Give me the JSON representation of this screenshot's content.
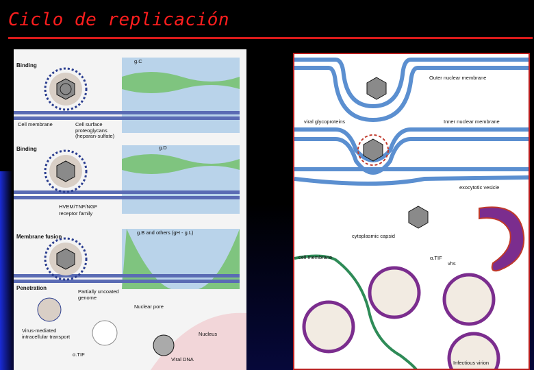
{
  "slide": {
    "title": "Ciclo de replicación",
    "colors": {
      "title": "#ff1e1e",
      "rule": "#d81a1a",
      "background": "#000000"
    }
  },
  "left_panel": {
    "stages": {
      "binding_1": "Binding",
      "binding_2": "Binding",
      "membrane_fusion": "Membrane fusion",
      "penetration": "Penetration"
    },
    "labels": {
      "gC": "g.C",
      "cell_membrane": "Cell membrane",
      "proteoglycans": "Cell surface proteoglycans (heparan-sulfate)",
      "gD": "g.D",
      "hvem": "HVEM/TNF/NGF",
      "receptor_family": "receptor family",
      "gB_others": "g.B and others (gH - g.L)",
      "partially_uncoated": "Partially uncoated genome",
      "nuclear_pore": "Nuclear pore",
      "nucleus": "Nucleus",
      "intracellular_transport": "Virus-mediated intracellular transport",
      "alpha_tif": "α.TIF",
      "viral_dna": "Viral DNA"
    }
  },
  "right_panel": {
    "labels": {
      "outer_nuclear_membrane": "Outer nuclear membrane",
      "viral_glycoproteins": "viral glycoproteins",
      "inner_nuclear_membrane": "Inner nuclear membrane",
      "exocytotic_vesicle": "exocytotic vesicle",
      "cytoplasmic_capsid": "cytoplasmic capsid",
      "cell_membrane": "cell membrane",
      "alpha_tif": "α.TIF",
      "vhs": "vhs",
      "infectious_virion": "Infectious virion"
    }
  }
}
